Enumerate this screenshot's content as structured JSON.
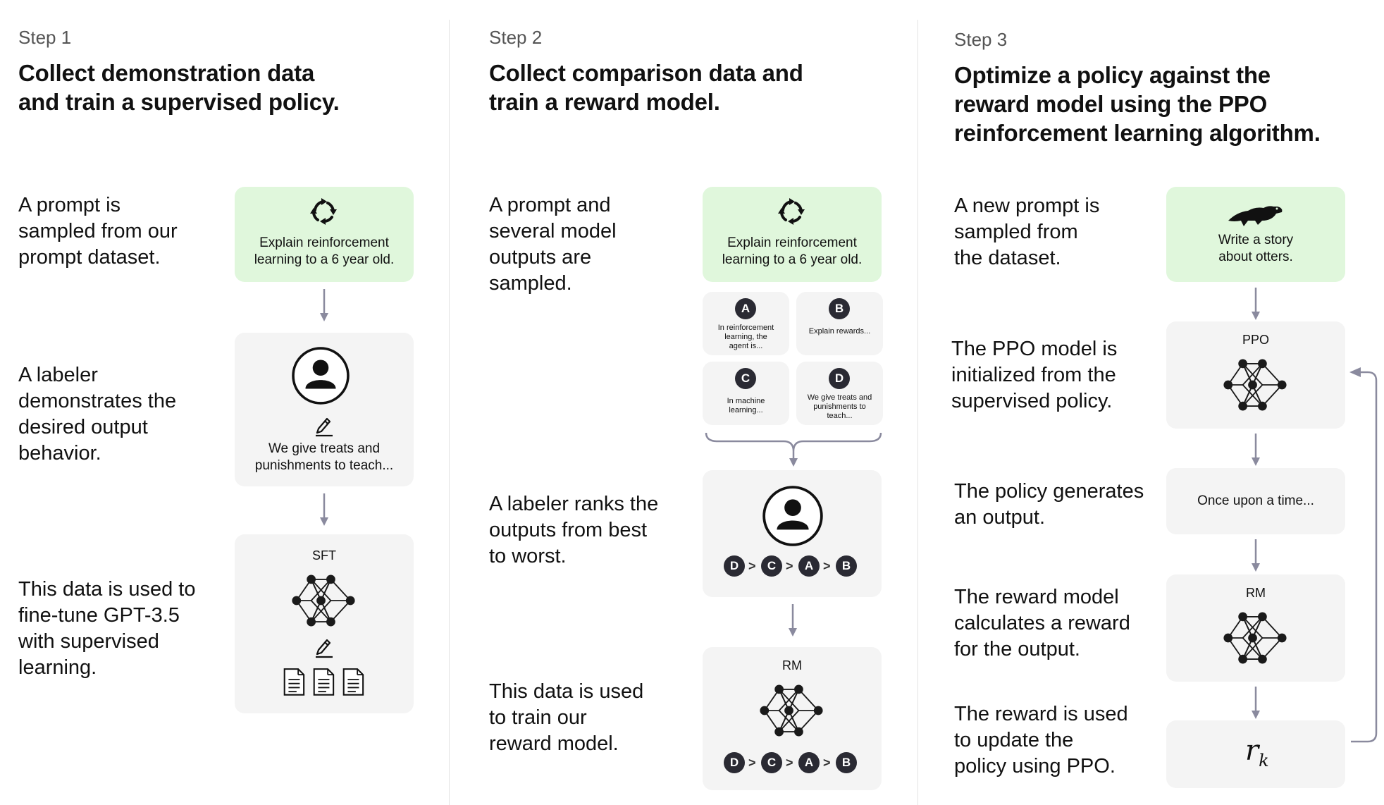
{
  "steps": [
    {
      "label": "Step 1",
      "title": [
        "Collect demonstration data",
        "and train a supervised policy."
      ],
      "rows": [
        [
          "A prompt is",
          "sampled from our",
          "prompt dataset."
        ],
        [
          "A labeler",
          "demonstrates the",
          "desired output",
          "behavior."
        ],
        [
          "This data is used to",
          "fine-tune GPT-3.5",
          "with supervised",
          "learning."
        ]
      ],
      "prompt_card": [
        "Explain reinforcement",
        "learning to a 6 year old."
      ],
      "demo_card": [
        "We give treats and",
        "punishments to teach..."
      ],
      "model_label": "SFT"
    },
    {
      "label": "Step 2",
      "title": [
        "Collect comparison data and",
        "train a reward model."
      ],
      "rows": [
        [
          "A prompt and",
          "several model",
          "outputs are",
          "sampled."
        ],
        [
          "A labeler ranks the",
          "outputs from best",
          "to worst."
        ],
        [
          "This data is used",
          "to train our",
          "reward model."
        ]
      ],
      "prompt_card": [
        "Explain reinforcement",
        "learning to a 6 year old."
      ],
      "outputs": [
        {
          "badge": "A",
          "text": [
            "In reinforcement",
            "learning, the",
            "agent is..."
          ]
        },
        {
          "badge": "B",
          "text": [
            "Explain rewards..."
          ]
        },
        {
          "badge": "C",
          "text": [
            "In machine",
            "learning..."
          ]
        },
        {
          "badge": "D",
          "text": [
            "We give treats and",
            "punishments to",
            "teach..."
          ]
        }
      ],
      "ranking": [
        "D",
        "C",
        "A",
        "B"
      ],
      "rank_separator": ">",
      "model_label": "RM"
    },
    {
      "label": "Step 3",
      "title": [
        "Optimize a policy against the",
        "reward model using the PPO",
        "reinforcement learning algorithm."
      ],
      "rows": [
        [
          "A new prompt is",
          "sampled from",
          "the dataset."
        ],
        [
          "The PPO model is",
          "initialized from the",
          "supervised policy."
        ],
        [
          "The policy generates",
          "an output."
        ],
        [
          "The reward model",
          "calculates a reward",
          "for the output."
        ],
        [
          "The reward is used",
          "to update the",
          "policy using PPO."
        ]
      ],
      "prompt_card": [
        "Write a story",
        "about otters."
      ],
      "ppo_label": "PPO",
      "output_text": "Once upon a time...",
      "rm_label": "RM",
      "reward_symbol": "r",
      "reward_subscript": "k"
    }
  ],
  "colors": {
    "prompt_card_bg": "#e0f7dc",
    "card_bg": "#f4f4f4",
    "arrow": "#8a8a9e",
    "badge": "#2a2a33"
  },
  "icons": [
    "recycle-arrows-icon",
    "user-icon",
    "pencil-icon",
    "neural-network-icon",
    "document-icon",
    "otter-icon",
    "curly-brace-icon"
  ]
}
